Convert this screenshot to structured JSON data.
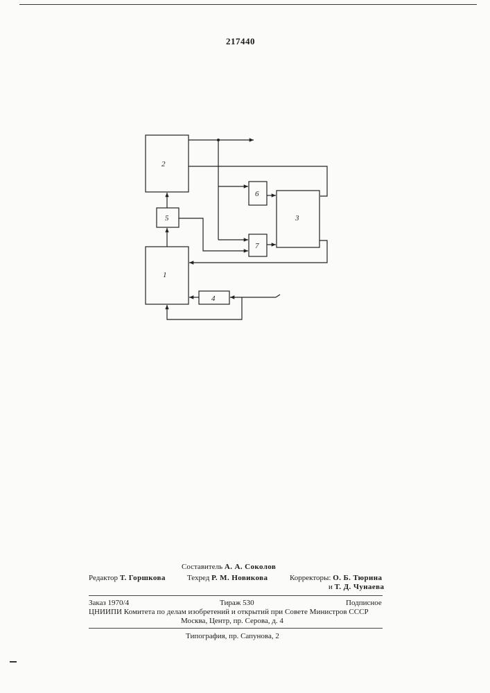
{
  "patent_number": "217440",
  "diagram": {
    "blocks": [
      {
        "id": "block-1",
        "label": "1"
      },
      {
        "id": "block-2",
        "label": "2"
      },
      {
        "id": "block-3",
        "label": "3"
      },
      {
        "id": "block-4",
        "label": "4"
      },
      {
        "id": "block-5",
        "label": "5"
      },
      {
        "id": "block-6",
        "label": "6"
      },
      {
        "id": "block-7",
        "label": "7"
      }
    ]
  },
  "footer": {
    "compiler_label": "Составитель",
    "compiler_name": "А. А. Соколов",
    "editor_label": "Редактор",
    "editor_name": "Т. Горшкова",
    "techred_label": "Техред",
    "techred_name": "Р. М. Новикова",
    "correctors_label": "Корректоры:",
    "corrector1_name": "О. Б. Тюрина",
    "corrector2_prefix": "и",
    "corrector2_name": "Т. Д. Чунаева",
    "order": "Заказ 1970/4",
    "circulation": "Тираж 530",
    "subscription": "Подписное",
    "org_line": "ЦНИИПИ Комитета по делам изобретений и открытий при Совете Министров СССР",
    "address": "Москва, Центр, пр. Серова, д. 4",
    "printer": "Типография, пр. Сапунова, 2"
  }
}
